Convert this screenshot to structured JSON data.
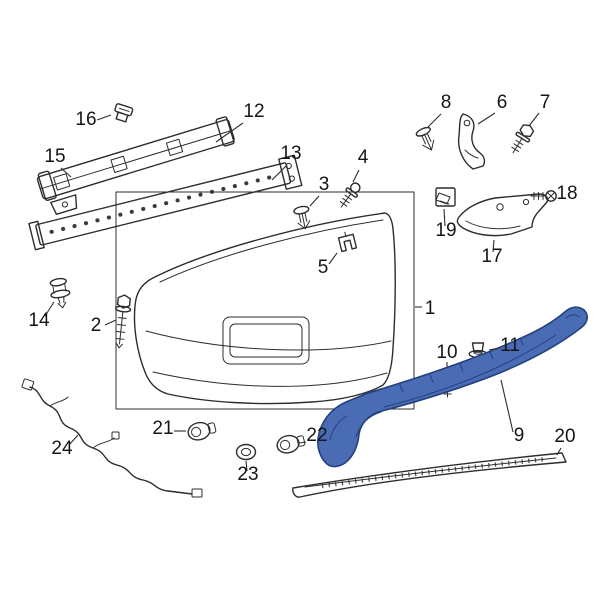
{
  "diagram": {
    "type": "exploded-parts-diagram",
    "background": "#ffffff",
    "line_color": "#2d2d2d",
    "label_color": "#151515",
    "highlight": {
      "part_number": "9",
      "fill": "#4a6cb5",
      "stroke": "#24417e"
    },
    "parts": [
      {
        "number": "1"
      },
      {
        "number": "2"
      },
      {
        "number": "3"
      },
      {
        "number": "4"
      },
      {
        "number": "5"
      },
      {
        "number": "6"
      },
      {
        "number": "7"
      },
      {
        "number": "8"
      },
      {
        "number": "9"
      },
      {
        "number": "10"
      },
      {
        "number": "11"
      },
      {
        "number": "12"
      },
      {
        "number": "13"
      },
      {
        "number": "14"
      },
      {
        "number": "15"
      },
      {
        "number": "16"
      },
      {
        "number": "17"
      },
      {
        "number": "18"
      },
      {
        "number": "19"
      },
      {
        "number": "20"
      },
      {
        "number": "21"
      },
      {
        "number": "22"
      },
      {
        "number": "23"
      },
      {
        "number": "24"
      }
    ]
  }
}
